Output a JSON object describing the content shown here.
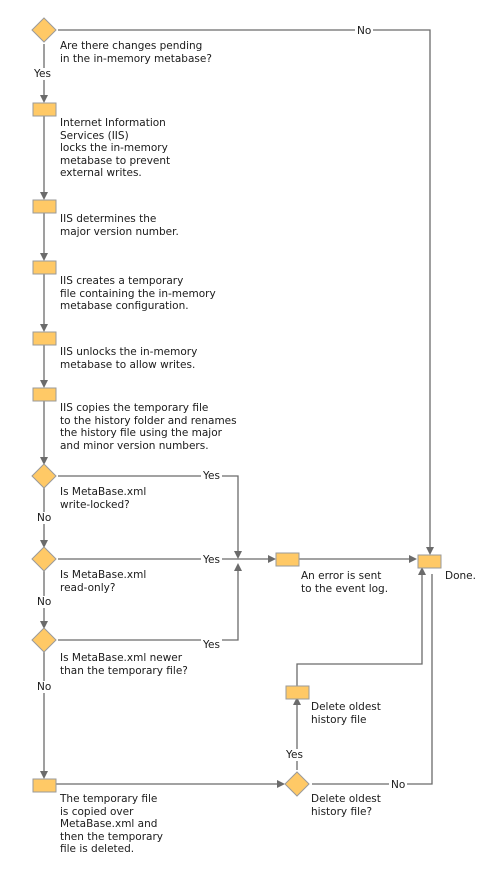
{
  "flowchart": {
    "nodes": {
      "q_changes": "Are there changes pending\nin the in-memory metabase?",
      "s_lock": "Internet Information\nServices (IIS)\nlocks the in-memory\nmetabase to prevent\nexternal writes.",
      "s_major": "IIS determines the\nmajor version number.",
      "s_temp": "IIS creates a temporary\nfile containing the in-memory\nmetabase configuration.",
      "s_unlock": "IIS unlocks the in-memory\nmetabase to allow writes.",
      "s_copy": "IIS copies the temporary file\nto the history folder and renames\nthe history file using the major\nand minor version numbers.",
      "q_writelocked": "Is MetaBase.xml\nwrite-locked?",
      "q_readonly": "Is MetaBase.xml\nread-only?",
      "q_newer": "Is MetaBase.xml newer\nthan the temporary file?",
      "s_error": "An error is sent\nto the event log.",
      "s_done": "Done.",
      "s_delete": "Delete oldest\nhistory file",
      "q_delete": "Delete oldest\nhistory file?",
      "s_overwrite": "The temporary file\nis copied over\nMetaBase.xml and\nthen the temporary\nfile is deleted."
    },
    "edge_labels": {
      "changes_no": "No",
      "changes_yes": "Yes",
      "writelocked_yes": "Yes",
      "writelocked_no": "No",
      "readonly_yes": "Yes",
      "readonly_no": "No",
      "newer_yes": "Yes",
      "newer_no": "No",
      "delete_yes": "Yes",
      "delete_no": "No"
    }
  }
}
